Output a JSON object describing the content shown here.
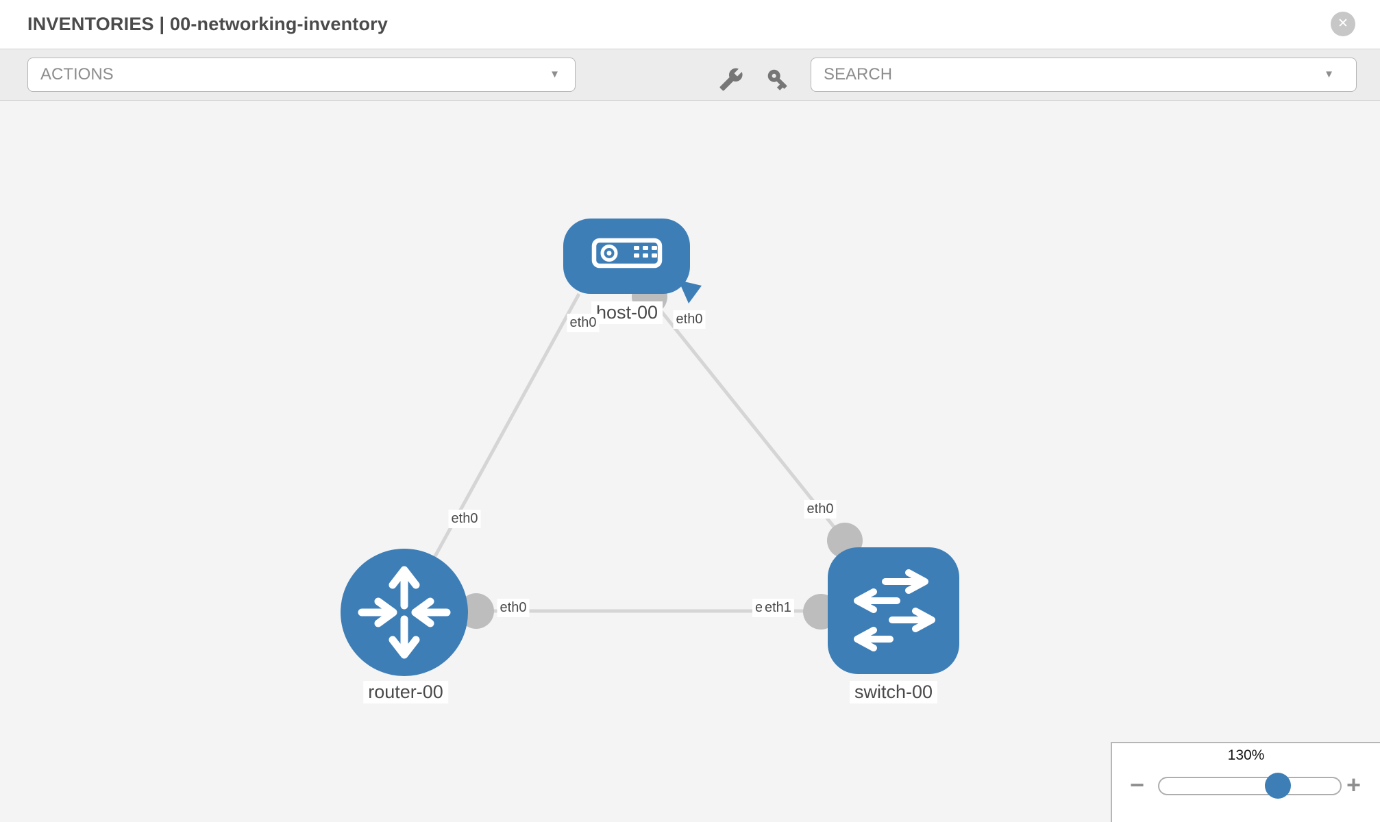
{
  "header": {
    "section": "INVENTORIES",
    "separator": "|",
    "inventory_name": "00-networking-inventory"
  },
  "toolbar": {
    "actions_label": "ACTIONS",
    "search_placeholder": "SEARCH"
  },
  "icons": {
    "close": "✕",
    "caret": "▼",
    "zoom_minus": "−",
    "zoom_plus": "+"
  },
  "topology": {
    "nodes": [
      {
        "label": "host-00",
        "type": "host"
      },
      {
        "label": "router-00",
        "type": "router"
      },
      {
        "label": "switch-00",
        "type": "switch"
      }
    ],
    "links": [
      {
        "from": "router-00",
        "from_interface": "eth0",
        "to": "host-00",
        "to_interface": "eth0"
      },
      {
        "from": "host-00",
        "from_interface": "eth0",
        "to": "switch-00",
        "to_interface": "eth0"
      },
      {
        "from": "router-00",
        "from_interface": "eth0",
        "to": "switch-00",
        "to_interface": "eth1"
      }
    ],
    "interface_labels": [
      "eth0",
      "eth0",
      "eth0",
      "eth0",
      "eth0",
      "eth0",
      "eth1"
    ]
  },
  "zoom_control": {
    "percent": "130%",
    "value": 130
  },
  "colors": {
    "node_blue": "#3d7eb7",
    "link_gray": "#d5d5d5",
    "port_gray": "#bdbdbd",
    "canvas_bg": "#f4f4f4",
    "toolbar_bg": "#ececec"
  }
}
